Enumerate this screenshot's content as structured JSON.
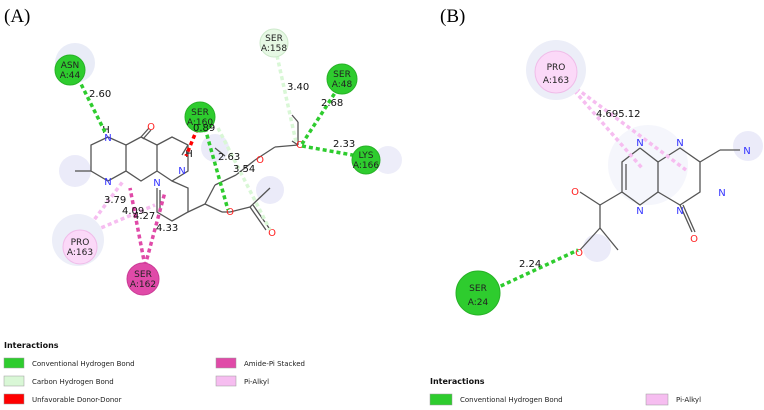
{
  "colors": {
    "conventional_hbond": "#2ecc2e",
    "carbon_hbond": "#d9f7d6",
    "unfavorable_donor_donor": "#ff0000",
    "amide_pi_stacked": "#e04aa8",
    "pi_alkyl": "#f6bdf0",
    "atom_N": "#3333ff",
    "atom_O": "#ff2020",
    "bond": "#555555"
  },
  "panel_a": {
    "label": "(A)",
    "residues": {
      "asn44": "ASN\nA:44",
      "ser158": "SER\nA:158",
      "ser48": "SER\nA:48",
      "ser160": "SER\nA:160",
      "lys166": "LYS\nA:166",
      "pro163": "PRO\nA:163",
      "ser162": "SER\nA:162"
    },
    "distances": {
      "d_2_60": "2.60",
      "d_3_40": "3.40",
      "d_2_68": "2.68",
      "d_0_89": "0.89",
      "d_2_33": "2.33",
      "d_2_63": "2.63",
      "d_3_54": "3.54",
      "d_3_79": "3.79",
      "d_4_09": "4.09",
      "d_4_27": "4.27",
      "d_4_33": "4.33"
    },
    "legend": {
      "title": "Interactions",
      "items": [
        "Conventional Hydrogen Bond",
        "Carbon Hydrogen Bond",
        "Unfavorable Donor-Donor",
        "Amide-Pi Stacked",
        "Pi-Alkyl"
      ]
    }
  },
  "panel_b": {
    "label": "(B)",
    "residues": {
      "pro163": "PRO\nA:163",
      "ser24": "SER\nA:24"
    },
    "distances": {
      "d_4_69_5_12": "4.695.12",
      "d_2_24": "2.24"
    },
    "legend": {
      "title": "Interactions",
      "items": [
        "Conventional Hydrogen Bond",
        "Pi-Alkyl"
      ]
    }
  },
  "atoms": {
    "N": "N",
    "O": "O",
    "H": "H"
  }
}
